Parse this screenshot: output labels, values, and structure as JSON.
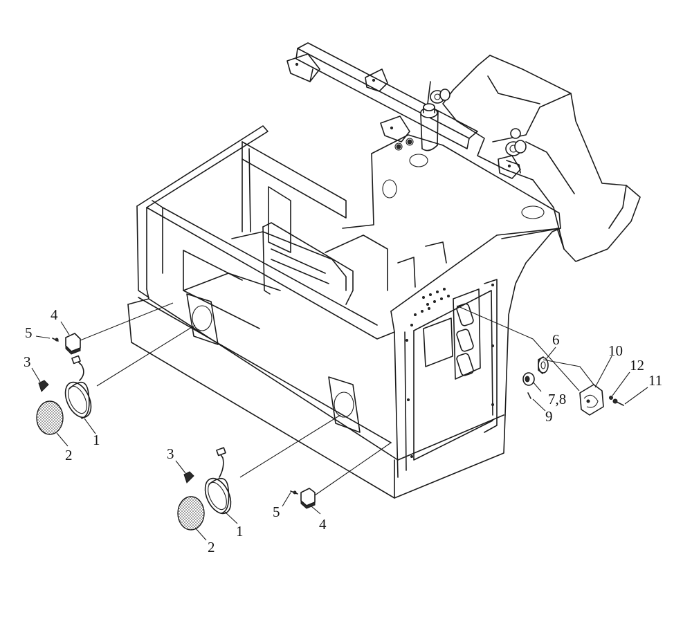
{
  "callouts": [
    {
      "id": "c1a",
      "text": "1"
    },
    {
      "id": "c1b",
      "text": "1"
    },
    {
      "id": "c2a",
      "text": "2"
    },
    {
      "id": "c2b",
      "text": "2"
    },
    {
      "id": "c3a",
      "text": "3"
    },
    {
      "id": "c3b",
      "text": "3"
    },
    {
      "id": "c4a",
      "text": "4"
    },
    {
      "id": "c4b",
      "text": "4"
    },
    {
      "id": "c5a",
      "text": "5"
    },
    {
      "id": "c5b",
      "text": "5"
    },
    {
      "id": "c6",
      "text": "6"
    },
    {
      "id": "c78",
      "text": "7,8"
    },
    {
      "id": "c9",
      "text": "9"
    },
    {
      "id": "c10",
      "text": "10"
    },
    {
      "id": "c11",
      "text": "11"
    },
    {
      "id": "c12",
      "text": "12"
    }
  ]
}
